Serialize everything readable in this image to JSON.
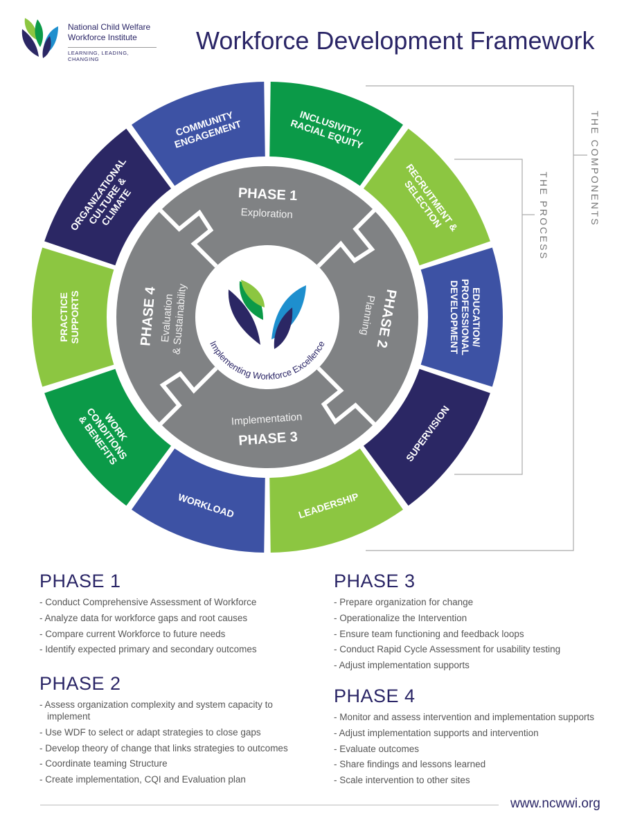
{
  "logo": {
    "line1": "National Child Welfare",
    "line2": "Workforce Institute",
    "tagline": "LEARNING, LEADING, CHANGING"
  },
  "title": "Workforce Development Framework",
  "colors": {
    "navy": "#2b2764",
    "blue": "#3d52a4",
    "green": "#0b9a48",
    "lime": "#8cc641",
    "gray": "#808284",
    "text": "#2a2566"
  },
  "components": [
    {
      "lines": [
        "COMMUNITY",
        "ENGAGEMENT"
      ],
      "color": "blue"
    },
    {
      "lines": [
        "INCLUSIVITY/",
        "RACIAL EQUITY"
      ],
      "color": "green"
    },
    {
      "lines": [
        "RECRUITMENT &",
        "SELECTION"
      ],
      "color": "lime"
    },
    {
      "lines": [
        "EDUCATION/",
        "PROFESSIONAL",
        "DEVELOPMENT"
      ],
      "color": "blue"
    },
    {
      "lines": [
        "SUPERVISION"
      ],
      "color": "navy"
    },
    {
      "lines": [
        "LEADERSHIP"
      ],
      "color": "lime"
    },
    {
      "lines": [
        "WORKLOAD"
      ],
      "color": "blue"
    },
    {
      "lines": [
        "WORK",
        "CONDITIONS",
        "& BENEFITS"
      ],
      "color": "green"
    },
    {
      "lines": [
        "PRACTICE",
        "SUPPORTS"
      ],
      "color": "lime"
    },
    {
      "lines": [
        "ORGANIZATIONAL",
        "CULTURE &",
        "CLIMATE"
      ],
      "color": "navy"
    }
  ],
  "wheel_phases": [
    {
      "title": "PHASE 1",
      "sub": [
        "Exploration"
      ]
    },
    {
      "title": "PHASE 2",
      "sub": [
        "Planning"
      ]
    },
    {
      "title": "PHASE 3",
      "sub": [
        "Implementation"
      ]
    },
    {
      "title": "PHASE 4",
      "sub": [
        "Evaluation",
        "& Sustainability"
      ]
    }
  ],
  "center_text": "Implementing Workforce Excellence",
  "bracket_components": "THE COMPONENTS",
  "bracket_process": "THE PROCESS",
  "phase_lists": {
    "phase1": {
      "title": "PHASE 1",
      "items": [
        "- Conduct Comprehensive Assessment of Workforce",
        "- Analyze data for workforce gaps and root causes",
        "- Compare current Workforce to future needs",
        "- Identify expected primary and secondary outcomes"
      ]
    },
    "phase2": {
      "title": "PHASE 2",
      "items": [
        "- Assess organization complexity and system capacity to implement",
        "- Use WDF to select or adapt strategies to close gaps",
        "- Develop theory of change that links strategies to outcomes",
        "- Coordinate teaming Structure",
        "- Create implementation, CQI and Evaluation plan"
      ]
    },
    "phase3": {
      "title": "PHASE 3",
      "items": [
        "- Prepare organization for change",
        "- Operationalize the Intervention",
        "- Ensure team functioning and feedback loops",
        "- Conduct Rapid Cycle Assessment for usability testing",
        "- Adjust implementation supports"
      ]
    },
    "phase4": {
      "title": "PHASE 4",
      "items": [
        "- Monitor and assess intervention and implementation supports",
        "- Adjust implementation supports and intervention",
        "- Evaluate outcomes",
        "- Share findings and lessons learned",
        "- Scale intervention to other sites"
      ]
    }
  },
  "footer_url": "www.ncwwi.org"
}
